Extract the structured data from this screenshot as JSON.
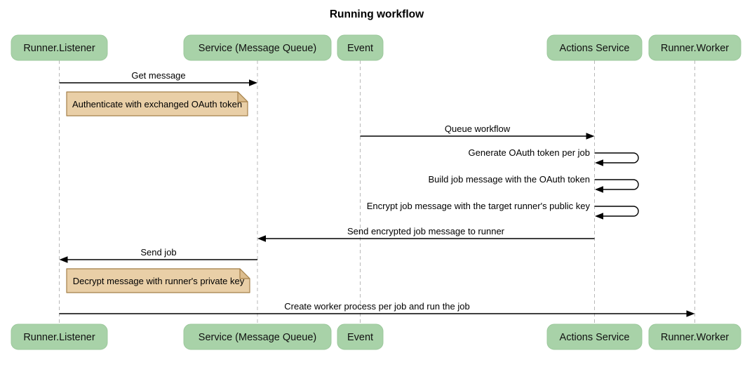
{
  "title": "Running workflow",
  "participants": [
    {
      "name": "Runner.Listener"
    },
    {
      "name": "Service (Message Queue)"
    },
    {
      "name": "Event"
    },
    {
      "name": "Actions Service"
    },
    {
      "name": "Runner.Worker"
    }
  ],
  "messages": [
    {
      "label": "Get message",
      "from": "Runner.Listener",
      "to": "Service (Message Queue)",
      "kind": "solid-arrow"
    },
    {
      "label": "Queue workflow",
      "from": "Event",
      "to": "Actions Service",
      "kind": "solid-arrow"
    },
    {
      "label": "Generate OAuth token per job",
      "from": "Actions Service",
      "to": "Actions Service",
      "kind": "self-loop"
    },
    {
      "label": "Build job message with the OAuth token",
      "from": "Actions Service",
      "to": "Actions Service",
      "kind": "self-loop"
    },
    {
      "label": "Encrypt job message with the target runner's public key",
      "from": "Actions Service",
      "to": "Actions Service",
      "kind": "self-loop"
    },
    {
      "label": "Send encrypted job message to runner",
      "from": "Actions Service",
      "to": "Service (Message Queue)",
      "kind": "solid-arrow"
    },
    {
      "label": "Send job",
      "from": "Service (Message Queue)",
      "to": "Runner.Listener",
      "kind": "solid-arrow"
    },
    {
      "label": "Create worker process per job and run the job",
      "from": "Runner.Listener",
      "to": "Runner.Worker",
      "kind": "solid-arrow"
    }
  ],
  "notes": [
    {
      "text": "Authenticate with exchanged OAuth token",
      "over": "Runner.Listener"
    },
    {
      "text": "Decrypt message with runner's private key",
      "over": "Runner.Listener"
    }
  ],
  "colors": {
    "participant_fill": "#a8d2a8",
    "participant_border": "#9cc89c",
    "note_fill": "#e9cfa7",
    "note_fold": "#dcbd8e",
    "note_border": "#a5804a",
    "lifeline": "#b8b8b8",
    "message_line": "#000000",
    "text": "#000000",
    "background": "#ffffff"
  }
}
